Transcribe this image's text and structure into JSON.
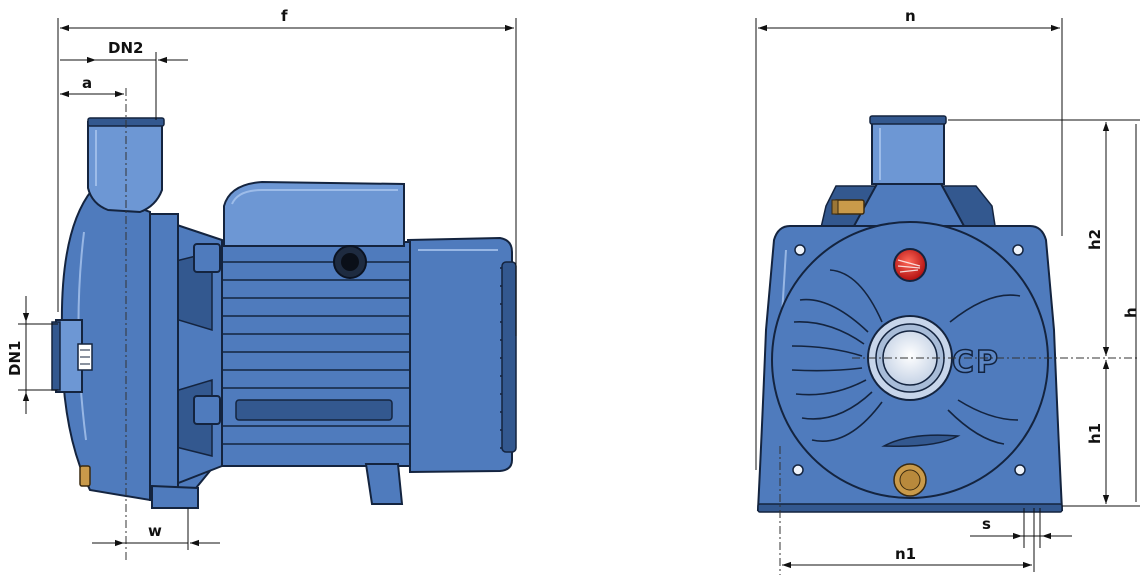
{
  "labels": {
    "f": "f",
    "dn2": "DN2",
    "a": "a",
    "dn1": "DN1",
    "w": "w",
    "n": "n",
    "h2": "h2",
    "h": "h",
    "h1": "h1",
    "s": "s",
    "n1": "n1",
    "brand": "CP"
  },
  "colors": {
    "pump_body": "#4f7bbd",
    "pump_highlight": "#6d97d4",
    "pump_shadow": "#33588f",
    "outline": "#14243f",
    "brass_fitting": "#c99a4a",
    "indicator_red": "#d92020",
    "watermark": "#cfd9ee"
  }
}
